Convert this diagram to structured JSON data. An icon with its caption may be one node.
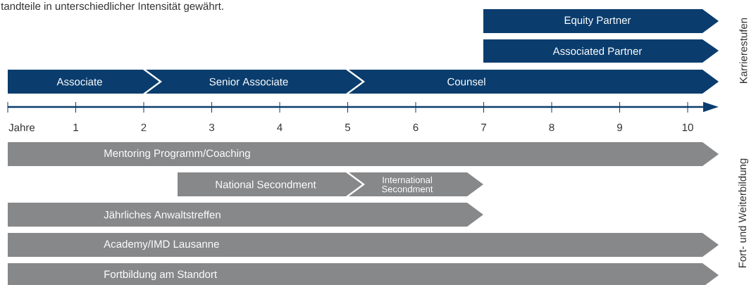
{
  "diagram": {
    "nodes": [
      {
        "text": [
          "Equity Partner"
        ]
      },
      {
        "text": [
          "Associated Partner"
        ]
      },
      {
        "text": [
          "Associate"
        ]
      },
      {
        "text": [
          "Senior Associate"
        ]
      },
      {
        "text": [
          "Counsel"
        ]
      },
      {
        "text": [
          "Mentoring Programm/Coaching"
        ]
      },
      {
        "text": [
          "National Secondment"
        ]
      },
      {
        "text": [
          "International Secondment"
        ]
      },
      {
        "text": [
          "Jährliches Anwaltstreffen"
        ]
      },
      {
        "text": [
          "Academy/IMD Lausanne"
        ]
      },
      {
        "text": [
          "Fortbildung am Standort"
        ]
      }
    ],
    "labels": [
      "tandteile in unterschiedlicher Intensität gewährt.",
      "Jahre",
      "1",
      "2",
      "3",
      "4",
      "5",
      "6",
      "7",
      "8",
      "9",
      "10",
      "Karrierestufen",
      "Fort- und Weiterbildung"
    ]
  }
}
